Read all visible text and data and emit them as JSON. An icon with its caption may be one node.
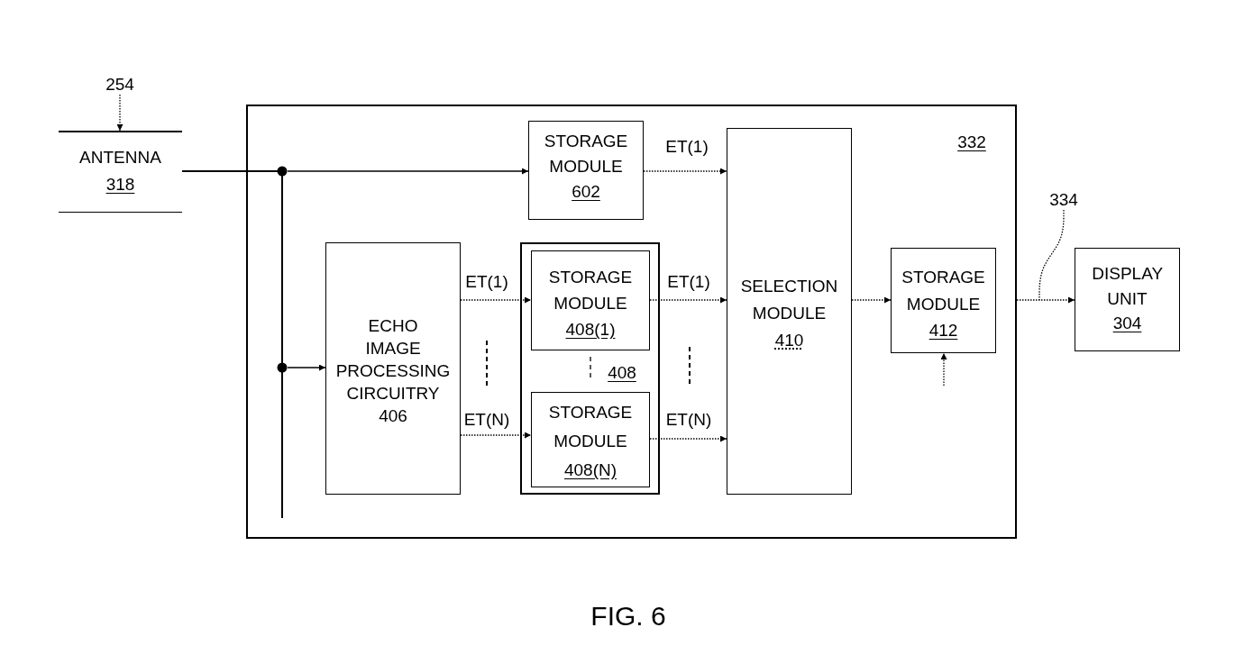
{
  "diagram": {
    "caption": "FIG. 6",
    "nodes": [
      {
        "text": [
          "254"
        ]
      },
      {
        "text": [
          "ANTENNA",
          "318"
        ]
      },
      {
        "text": [
          "332"
        ]
      },
      {
        "text": [
          "STORAGE MODULE",
          "602"
        ],
        "in": 2
      },
      {
        "text": [
          "ECHO IMAGE PROCESSING CIRCUITRY",
          "406"
        ],
        "in": 2
      },
      {
        "text": [
          "408"
        ],
        "in": 2
      },
      {
        "text": [
          "STORAGE MODULE",
          "408(1)"
        ],
        "in": 5
      },
      {
        "text": [
          "STORAGE MODULE",
          "408(N)"
        ],
        "in": 5
      },
      {
        "text": [
          "SELECTION MODULE",
          "410"
        ],
        "in": 2
      },
      {
        "text": [
          "STORAGE MODULE",
          "412"
        ],
        "in": 2
      },
      {
        "text": [
          "DISPLAY UNIT",
          "304"
        ]
      },
      {
        "text": [
          "334"
        ]
      }
    ],
    "edges": [
      {
        "from": 0,
        "to": 1,
        "arrow": "to",
        "style": "dashed"
      },
      {
        "from": 1,
        "to": 3,
        "arrow": "to"
      },
      {
        "from": 1,
        "to": 4,
        "arrow": "to"
      },
      {
        "from": 1,
        "to": null,
        "arrow": "none"
      },
      {
        "from": 3,
        "to": 8,
        "arrow": "to",
        "label": "ET(1)",
        "style": "dashed"
      },
      {
        "from": 4,
        "to": 6,
        "arrow": "to",
        "label": "ET(1)",
        "style": "dashed"
      },
      {
        "from": 4,
        "to": 7,
        "arrow": "to",
        "label": "ET(N)",
        "style": "dashed"
      },
      {
        "from": 6,
        "to": 8,
        "arrow": "to",
        "label": "ET(1)",
        "style": "dashed"
      },
      {
        "from": 7,
        "to": 8,
        "arrow": "to",
        "label": "ET(N)",
        "style": "dashed"
      },
      {
        "from": 8,
        "to": 9,
        "arrow": "to",
        "style": "dashed"
      },
      {
        "from": null,
        "to": 9,
        "arrow": "to",
        "style": "dashed"
      },
      {
        "from": 2,
        "to": 10,
        "arrow": "to",
        "style": "dashed"
      },
      {
        "from": 11,
        "to": null,
        "arrow": "none",
        "style": "dashed"
      }
    ]
  }
}
